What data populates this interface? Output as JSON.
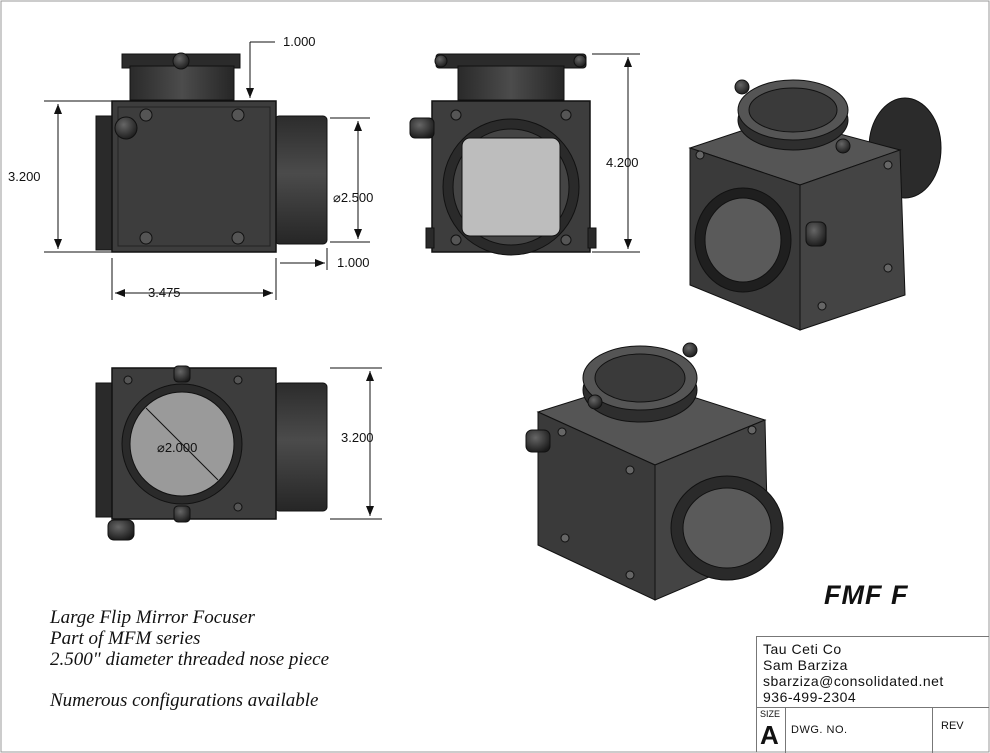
{
  "dimensions": {
    "front_top_offset": "1.000",
    "front_height": "3.200",
    "front_nose_diameter": "⌀2.500",
    "front_nose_length": "1.000",
    "front_width": "3.475",
    "side_height": "4.200",
    "top_height": "3.200",
    "top_bore_diameter": "⌀2.000"
  },
  "notes": {
    "line1": "Large Flip Mirror Focuser",
    "line2": "Part of MFM series",
    "line3": "2.500\" diameter threaded nose piece",
    "line4": "Numerous configurations available"
  },
  "part_number": "FMF F",
  "title_block": {
    "company": "Tau Ceti Co",
    "name": "Sam Barziza",
    "email": "sbarziza@consolidated.net",
    "phone": "936-499-2304",
    "size_label": "SIZE",
    "size_value": "A",
    "dwg_label": "DWG.  NO.",
    "rev_label": "REV"
  },
  "colors": {
    "body": "#3b3b3b",
    "body_light": "#5a5a5a",
    "edge": "#111111",
    "glass": "#bdbdbd"
  }
}
